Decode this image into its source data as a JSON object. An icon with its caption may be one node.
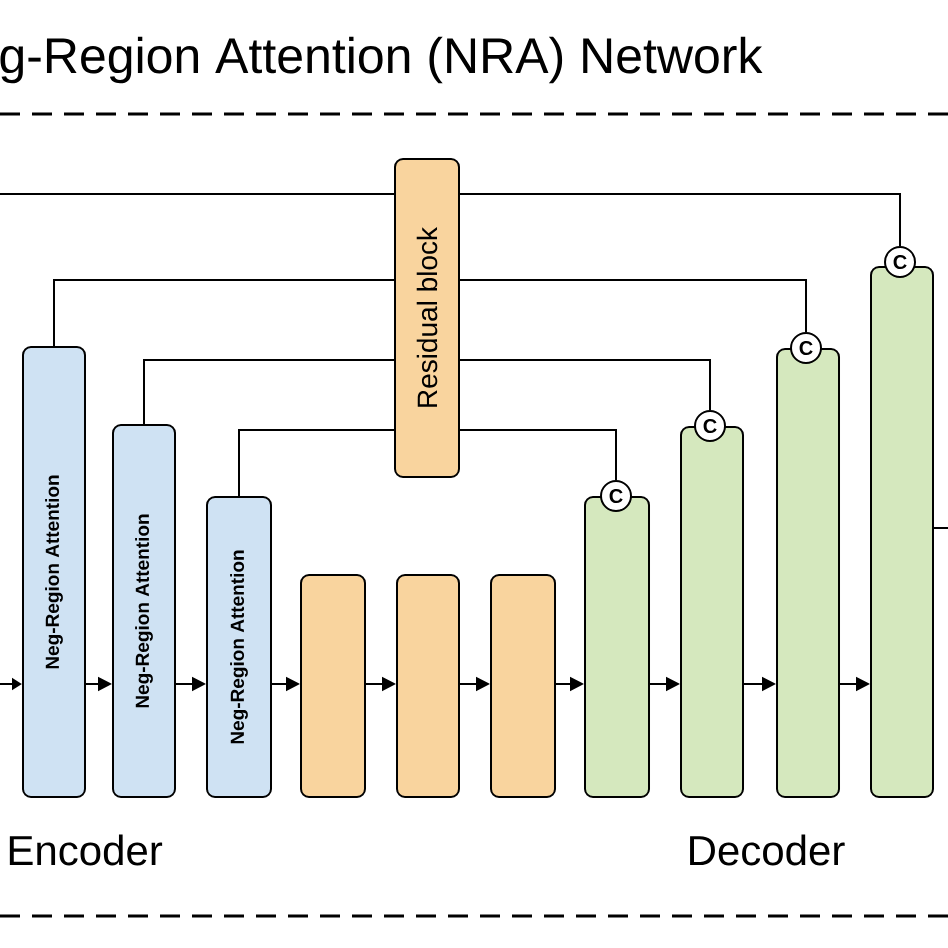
{
  "diagram": {
    "title": "g-Region Attention (NRA) Network",
    "nodes": [
      {
        "text": [
          "Neg-Region Attention"
        ]
      },
      {
        "text": [
          "Neg-Region Attention"
        ]
      },
      {
        "text": [
          "Neg-Region Attention"
        ]
      },
      {
        "text": [],
        "shape": "box"
      },
      {
        "text": [],
        "shape": "box"
      },
      {
        "text": [],
        "shape": "box"
      },
      {
        "text": [
          "Residual block"
        ]
      },
      {
        "text": [],
        "shape": "box"
      },
      {
        "text": [],
        "shape": "box"
      },
      {
        "text": [],
        "shape": "box"
      },
      {
        "text": [],
        "shape": "box"
      },
      {
        "text": [
          "C"
        ]
      },
      {
        "text": [
          "C"
        ]
      },
      {
        "text": [
          "C"
        ]
      },
      {
        "text": [
          "C"
        ]
      }
    ],
    "edges": [
      {
        "from": null,
        "to": 0,
        "arrow": "to"
      },
      {
        "from": 0,
        "to": 1,
        "arrow": "to"
      },
      {
        "from": 1,
        "to": 2,
        "arrow": "to"
      },
      {
        "from": 2,
        "to": 3,
        "arrow": "to"
      },
      {
        "from": 3,
        "to": 4,
        "arrow": "to"
      },
      {
        "from": 4,
        "to": 5,
        "arrow": "to"
      },
      {
        "from": 5,
        "to": 7,
        "arrow": "to"
      },
      {
        "from": 7,
        "to": 8,
        "arrow": "to"
      },
      {
        "from": 8,
        "to": 9,
        "arrow": "to"
      },
      {
        "from": 9,
        "to": 10,
        "arrow": "to"
      },
      {
        "from": null,
        "to": 6,
        "arrow": "none"
      },
      {
        "from": 6,
        "to": 14,
        "arrow": "none"
      },
      {
        "from": 0,
        "to": 6,
        "arrow": "none"
      },
      {
        "from": 6,
        "to": 13,
        "arrow": "none"
      },
      {
        "from": 1,
        "to": 6,
        "arrow": "none"
      },
      {
        "from": 6,
        "to": 12,
        "arrow": "none"
      },
      {
        "from": 2,
        "to": 6,
        "arrow": "none"
      },
      {
        "from": 6,
        "to": 11,
        "arrow": "none"
      },
      {
        "from": 10,
        "to": null,
        "arrow": "none"
      }
    ],
    "labels": [
      "Encoder",
      "Decoder"
    ]
  }
}
